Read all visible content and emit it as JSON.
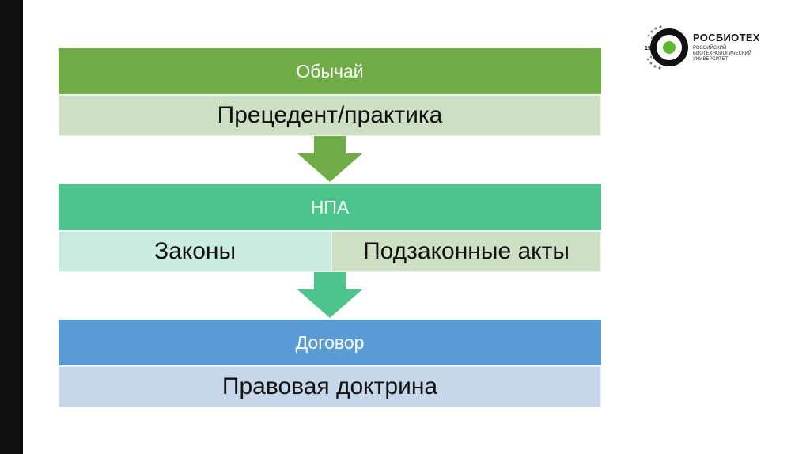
{
  "blocks": [
    {
      "header": "Обычай",
      "items": [
        "Прецедент/практика"
      ],
      "colors": {
        "header": "#70ad47",
        "items": [
          "#cde0c4"
        ]
      }
    },
    {
      "header": "НПА",
      "items": [
        "Законы",
        "Подзаконные акты"
      ],
      "colors": {
        "header": "#4cc48c",
        "items": [
          "#c9ebe0",
          "#cde0c4"
        ]
      }
    },
    {
      "header": "Договор",
      "items": [
        "Правовая доктрина"
      ],
      "colors": {
        "header": "#5b9bd5",
        "items": [
          "#c6d7ea"
        ]
      }
    }
  ],
  "arrows": [
    {
      "color": "#70ad47"
    },
    {
      "color": "#4cc48c"
    }
  ],
  "logo": {
    "name": "РОСБИОТЕХ",
    "subtitle": "Российский биотехнологический университет",
    "year": "1930",
    "colors": {
      "ring": "#111111",
      "dot": "#5cb82e"
    }
  }
}
